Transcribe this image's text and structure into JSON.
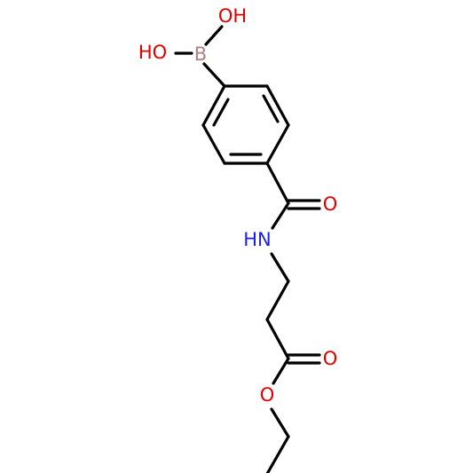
{
  "atoms": {
    "boron": {
      "label": "B",
      "color": "#b08080"
    },
    "hydroxyl_top": {
      "label": "OH",
      "color": "#e00000"
    },
    "hydroxyl_left": {
      "label": "HO",
      "color": "#e00000"
    },
    "amide_oxygen": {
      "label": "O",
      "color": "#e00000"
    },
    "amide_nitrogen": {
      "label": "HN",
      "color": "#2020e0"
    },
    "ester_carbonyl_oxygen": {
      "label": "O",
      "color": "#e00000"
    },
    "ester_oxygen": {
      "label": "O",
      "color": "#e00000"
    }
  }
}
